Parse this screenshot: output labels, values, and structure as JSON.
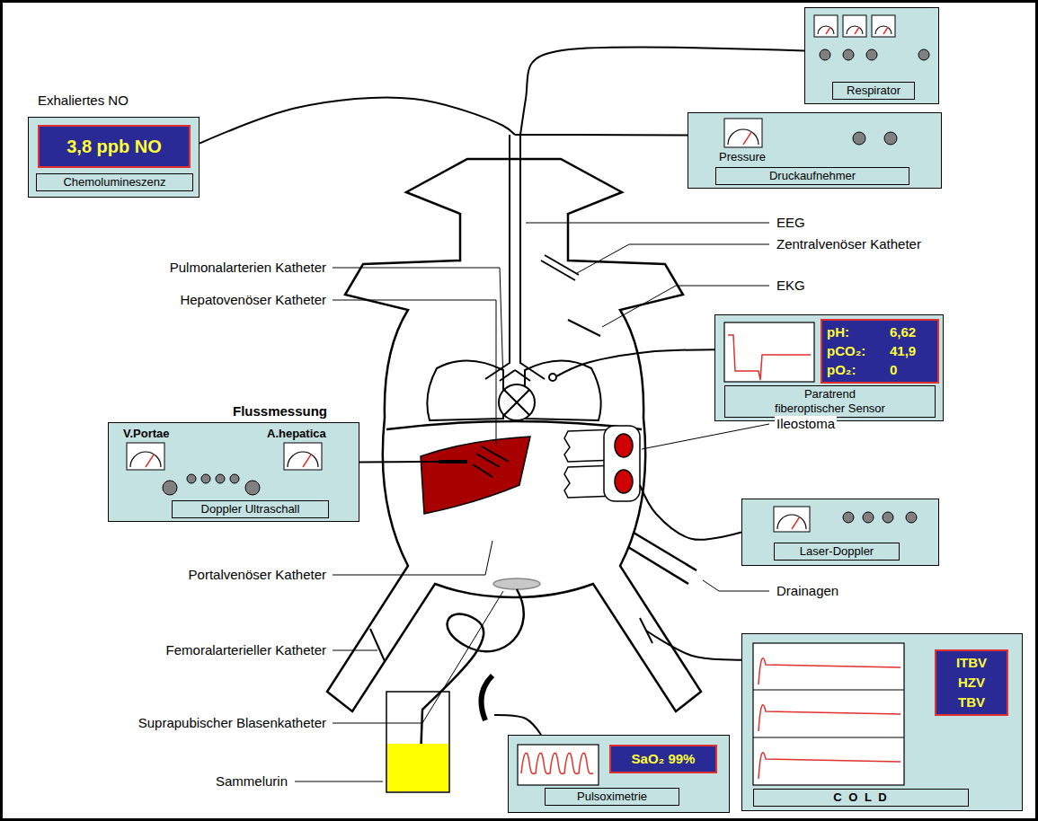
{
  "diagram": {
    "nodes": [
      {
        "text": [
          "Exhaliertes NO",
          "3,8 ppb NO",
          "Chemolumineszenz"
        ]
      },
      {
        "text": [
          "Respirator"
        ]
      },
      {
        "text": [
          "Pressure",
          "Druckaufnehmer"
        ]
      },
      {
        "text": [
          "pH:",
          "6,62",
          "pCO₂:",
          "41,9",
          "pO₂:",
          "0",
          "Paratrend fiberoptischer Sensor"
        ]
      },
      {
        "text": [
          "Flussmessung",
          "V.Portae",
          "A.hepatica",
          "Doppler Ultraschall"
        ]
      },
      {
        "text": [
          "Laser-Doppler"
        ]
      },
      {
        "text": [
          "ITBV",
          "HZV",
          "TBV",
          "C O L D"
        ]
      },
      {
        "text": [
          "SaO₂ 99%",
          "Pulsoximetrie"
        ]
      }
    ],
    "labels": [
      "EEG",
      "Zentralvenöser Katheter",
      "Pulmonalarterien Katheter",
      "EKG",
      "Hepatovenöser Katheter",
      "Ileostoma",
      "Portalvenöser Katheter",
      "Drainagen",
      "Femoralarterieller Katheter",
      "Suprapubischer Blasenkatheter",
      "Sammelurin"
    ]
  }
}
